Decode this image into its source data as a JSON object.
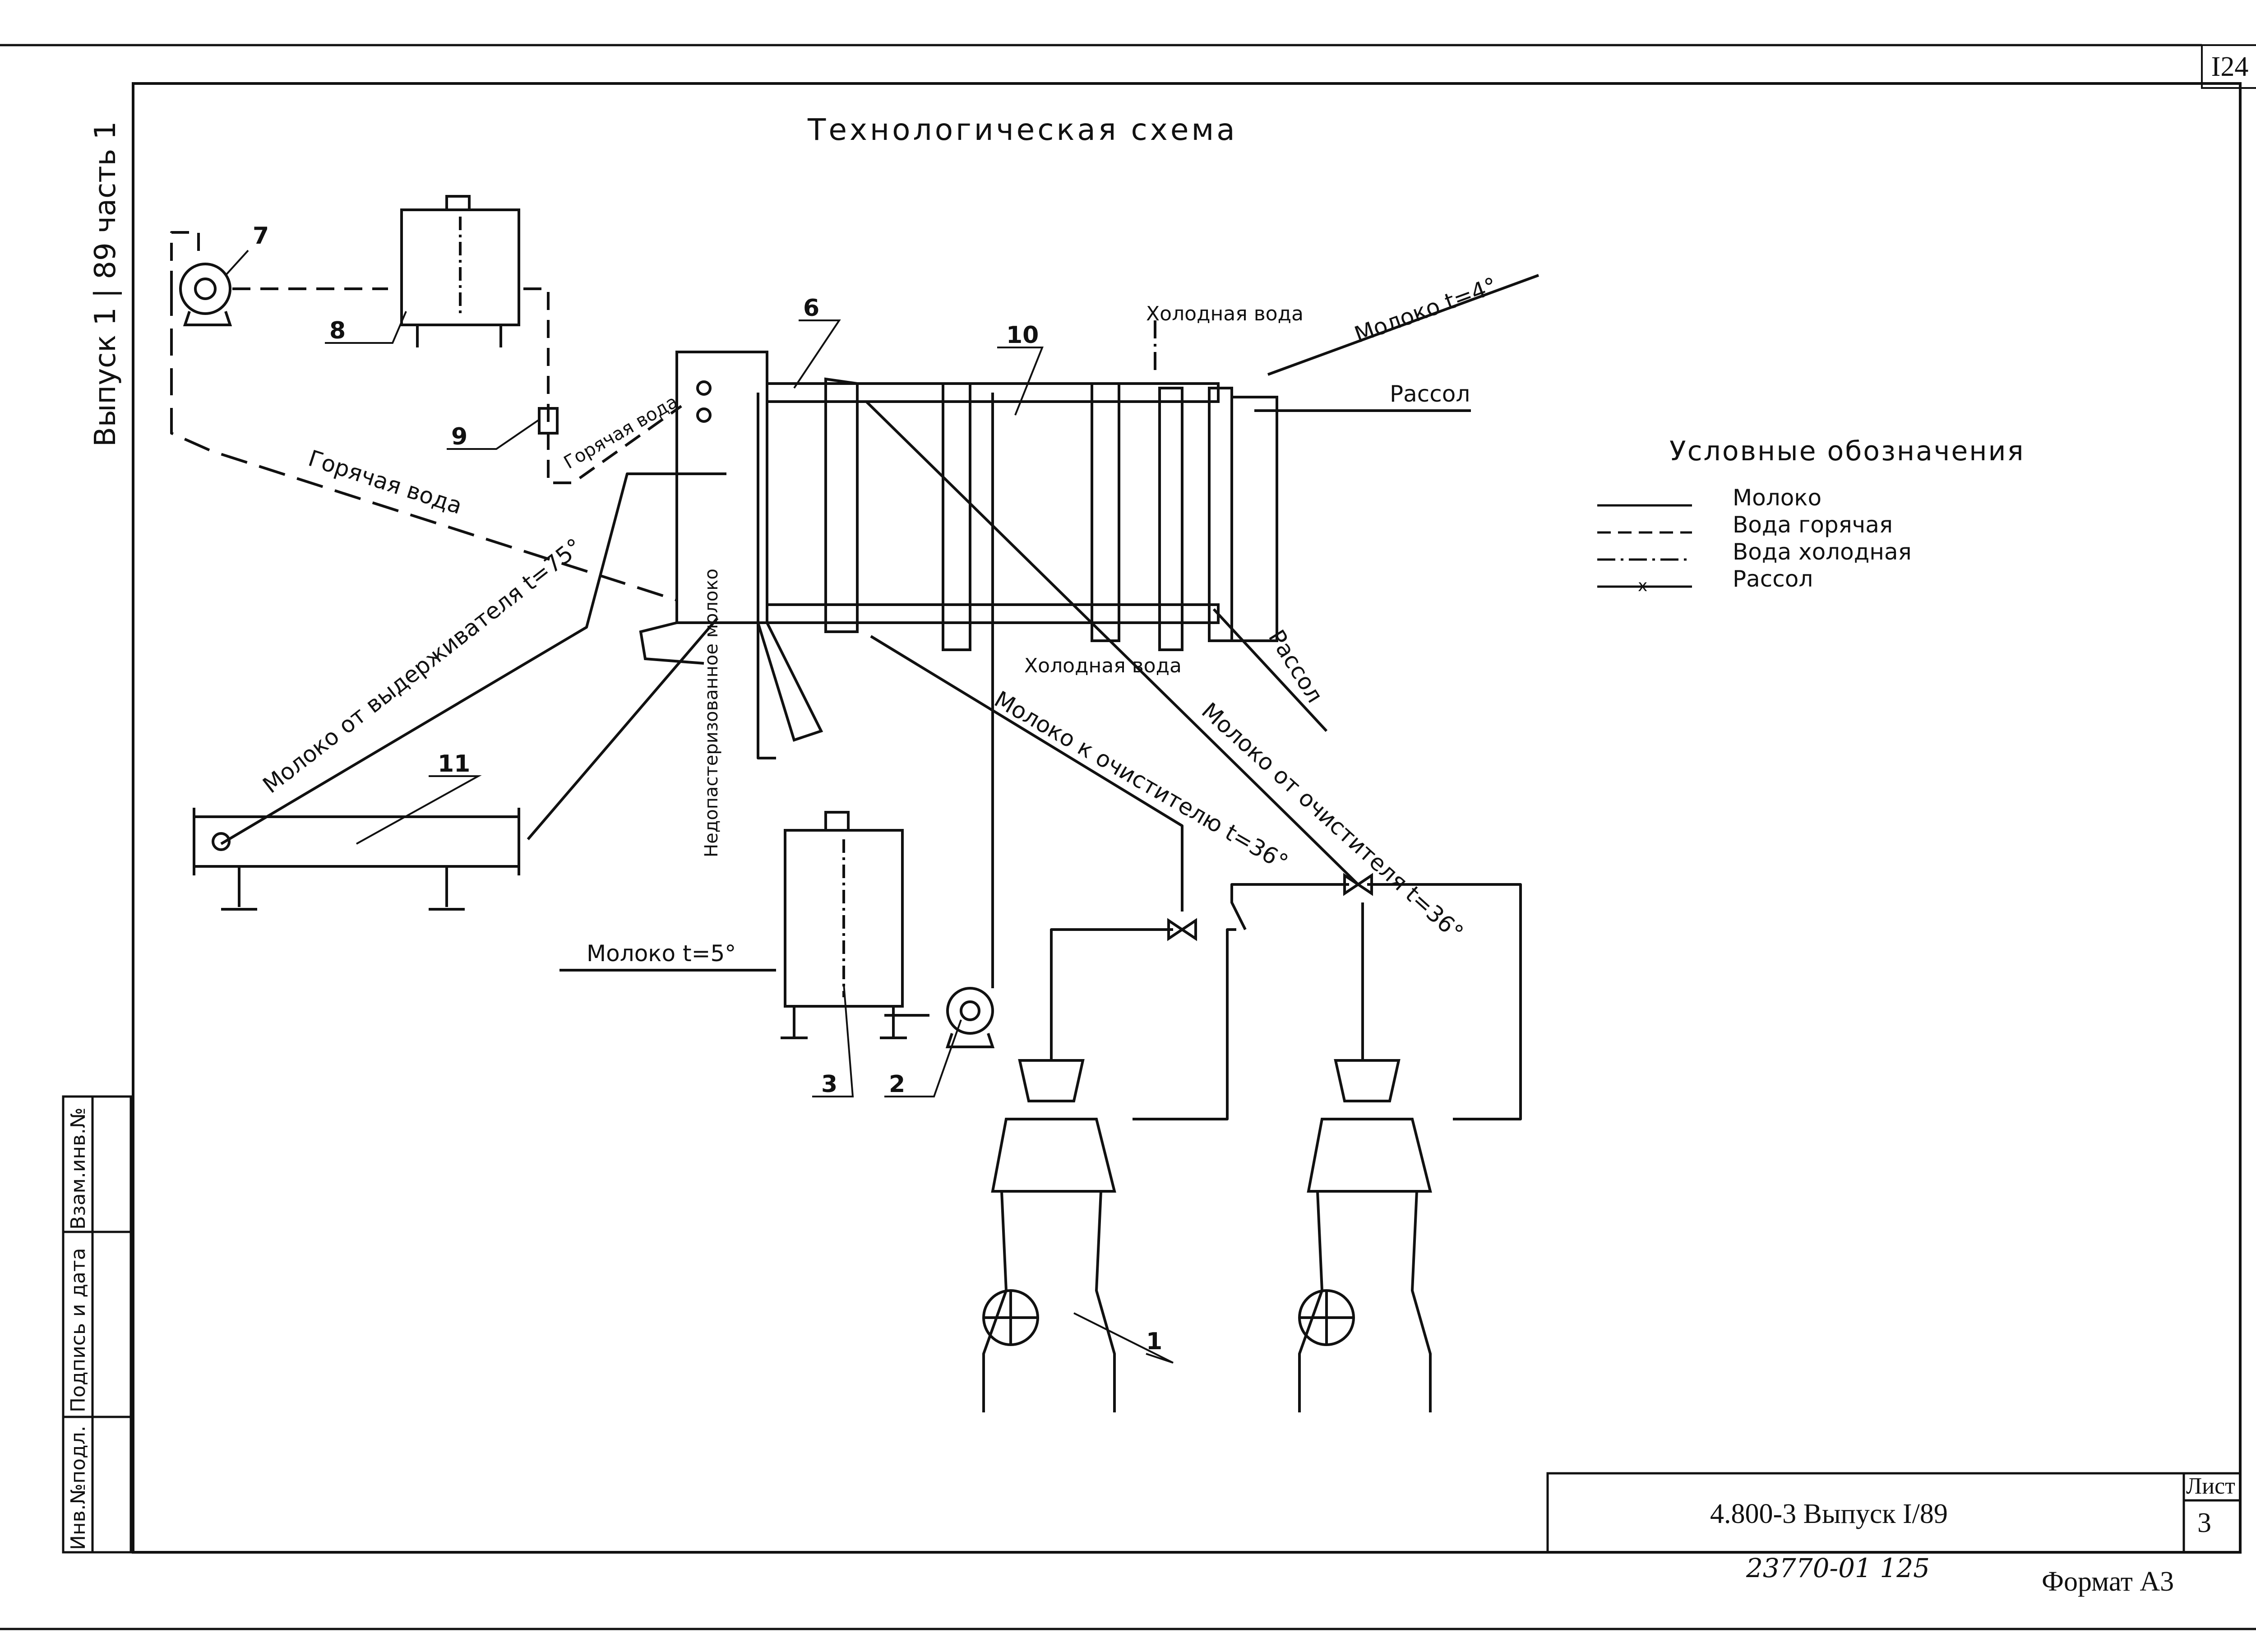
{
  "drawing": {
    "title": "Технологическая схема",
    "sheet_corner_number": "I24",
    "series_side_label": "Выпуск 1 | 89 часть 1",
    "format": "Формат А3",
    "handwritten_number": "23770-01   125"
  },
  "title_block": {
    "document_code": "4.800-3  Выпуск I/89",
    "sheet_label": "Лист",
    "sheet_number": "3"
  },
  "left_stamp": {
    "cells": [
      "Инв.№подл.",
      "Подпись и дата",
      "Взам.инв.№"
    ]
  },
  "legend": {
    "title": "Условные обозначения",
    "items": [
      {
        "label": "Молоко",
        "style": "solid"
      },
      {
        "label": "Вода горячая",
        "style": "dashed"
      },
      {
        "label": "Вода холодная",
        "style": "dashdot"
      },
      {
        "label": "Рассол",
        "style": "brine"
      }
    ]
  },
  "flow_labels": {
    "hot_water_1": "Горячая вода",
    "hot_water_2": "Горячая вода",
    "cold_water_top": "Холодная вода",
    "cold_water_bottom": "Холодная вода",
    "milk_in_top": "Молоко t=4°",
    "brine_in": "Рассол",
    "brine_out": "Рассол",
    "milk_from_holder": "Молоко от выдерживателя t=75°",
    "underpasteurized": "Недопастеризованное молоко",
    "milk_to_cleaner": "Молоко к очистителю t=36°",
    "milk_from_cleaner": "Молоко от очистителя t=36°",
    "milk_in_bottom": "Молоко t=5°"
  },
  "equipment_numbers": {
    "n1": "1",
    "n2": "2",
    "n3": "3",
    "n6": "6",
    "n7": "7",
    "n8": "8",
    "n9": "9",
    "n10": "10",
    "n11": "11"
  },
  "colors": {
    "ink": "#111111",
    "paper": "#ffffff"
  }
}
